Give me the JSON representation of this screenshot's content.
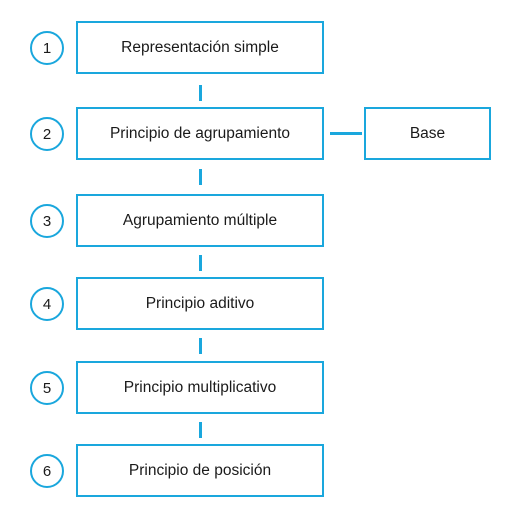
{
  "colors": {
    "accent": "#1aa7dd",
    "text": "#1a1a1a",
    "background": "#ffffff"
  },
  "steps": [
    {
      "number": "1",
      "label": "Representación simple"
    },
    {
      "number": "2",
      "label": "Principio de agrupamiento"
    },
    {
      "number": "3",
      "label": "Agrupamiento múltiple"
    },
    {
      "number": "4",
      "label": "Principio aditivo"
    },
    {
      "number": "5",
      "label": "Principio multiplicativo"
    },
    {
      "number": "6",
      "label": "Principio de posición"
    }
  ],
  "side_node": {
    "label": "Base"
  }
}
